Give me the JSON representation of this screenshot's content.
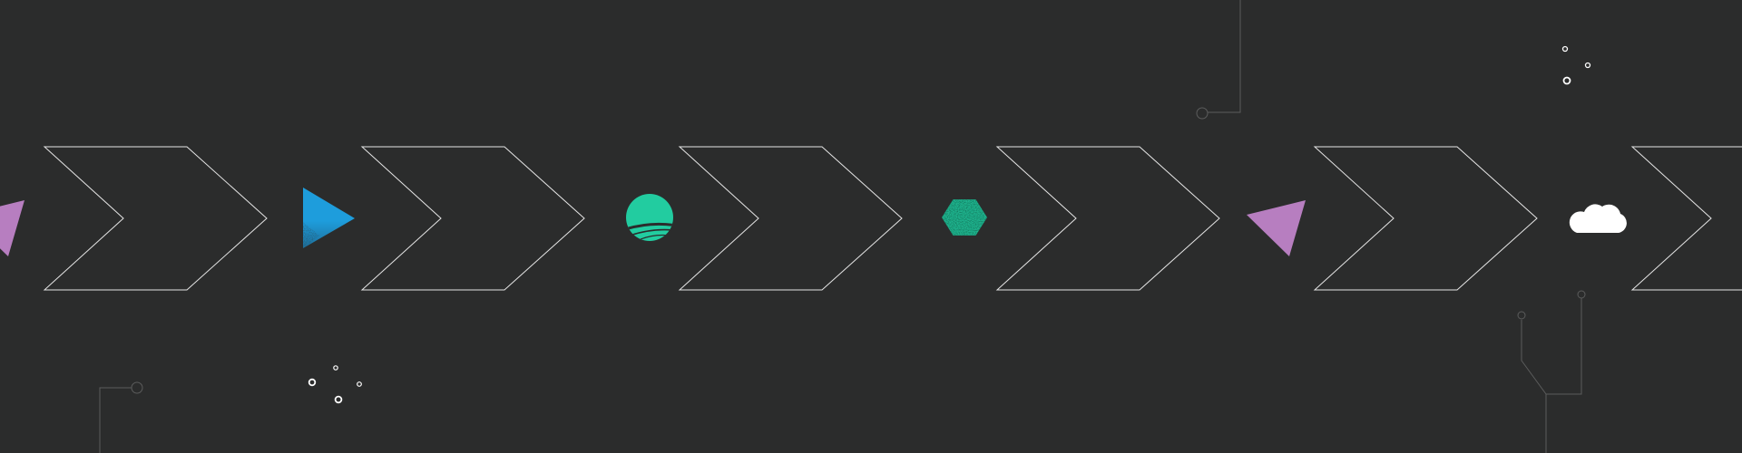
{
  "theme": {
    "background": "#2b2c2c",
    "chevron_stroke": "#e6e6e6",
    "circuit_stroke": "#5b5c5c",
    "dot_stroke": "#ffffff"
  },
  "chevrons": [
    {
      "name": "chevron-1"
    },
    {
      "name": "chevron-2"
    },
    {
      "name": "chevron-3"
    },
    {
      "name": "chevron-4"
    },
    {
      "name": "chevron-5"
    },
    {
      "name": "chevron-6"
    }
  ],
  "shapes": [
    {
      "name": "violet-triangle-partial-icon",
      "kind": "triangle-down-left",
      "color": "#b77ec0"
    },
    {
      "name": "blue-play-triangle-icon",
      "kind": "play-triangle",
      "color": "#1e9ddc"
    },
    {
      "name": "green-planet-circle-icon",
      "kind": "planet",
      "color": "#22cca0"
    },
    {
      "name": "green-speckled-hexagon-icon",
      "kind": "hexagon",
      "color": "#20b48e"
    },
    {
      "name": "violet-triangle-icon",
      "kind": "triangle-down-left",
      "color": "#b77ec0"
    },
    {
      "name": "white-cloud-icon",
      "kind": "cloud",
      "color": "#ffffff"
    }
  ]
}
